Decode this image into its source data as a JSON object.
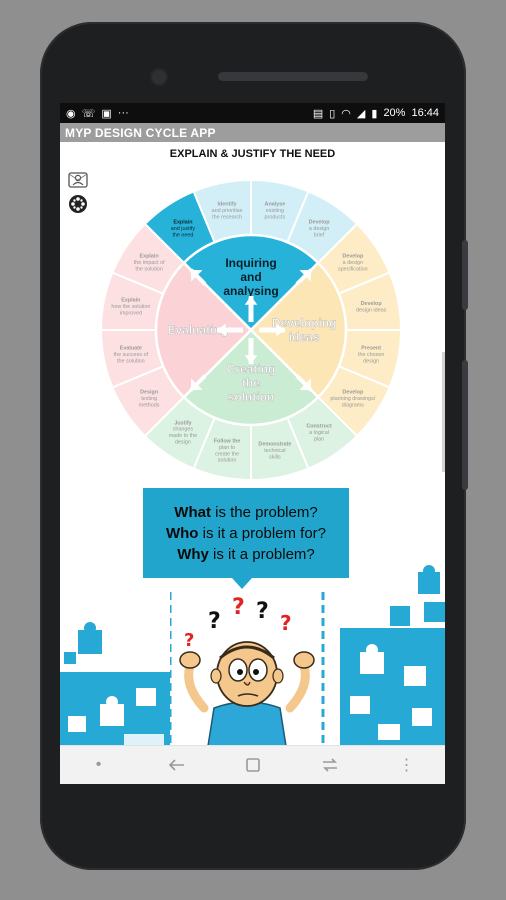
{
  "status_bar": {
    "battery": "20%",
    "time": "16:44"
  },
  "app": {
    "title": "MYP DESIGN CYCLE APP"
  },
  "page": {
    "heading": "EXPLAIN & JUSTIFY THE NEED"
  },
  "wheel": {
    "quadrants": [
      {
        "label_lines": [
          "Inquiring",
          "and",
          "analysing"
        ],
        "color": "#27b3d9"
      },
      {
        "label_lines": [
          "Developing",
          "ideas"
        ],
        "color": "#fde6b5"
      },
      {
        "label_lines": [
          "Creating",
          "the",
          "solution"
        ],
        "color": "#c9ecd3"
      },
      {
        "label_lines": [
          "Evaluating"
        ],
        "color": "#fbd3d6"
      }
    ],
    "segments": [
      {
        "lines": [
          "Explain",
          "and justify",
          "the need"
        ],
        "active": true
      },
      {
        "lines": [
          "Identify",
          "and prioritise",
          "the research"
        ]
      },
      {
        "lines": [
          "Analyse",
          "existing",
          "products"
        ]
      },
      {
        "lines": [
          "Develop",
          "a design",
          "brief"
        ]
      },
      {
        "lines": [
          "Develop",
          "a design",
          "specification"
        ]
      },
      {
        "lines": [
          "Develop",
          "design ideas"
        ]
      },
      {
        "lines": [
          "Present",
          "the chosen",
          "design"
        ]
      },
      {
        "lines": [
          "Develop",
          "planning drawings/",
          "diagrams"
        ]
      },
      {
        "lines": [
          "Construct",
          "a logical",
          "plan"
        ]
      },
      {
        "lines": [
          "Demonstrate",
          "technical",
          "skills"
        ]
      },
      {
        "lines": [
          "Follow the",
          "plan to",
          "create the",
          "solution"
        ]
      },
      {
        "lines": [
          "Justify",
          "changes",
          "made to the",
          "design"
        ]
      },
      {
        "lines": [
          "Design",
          "testing",
          "methods"
        ]
      },
      {
        "lines": [
          "Evaluate",
          "the success of",
          "the solution"
        ]
      },
      {
        "lines": [
          "Explain",
          "how the solution",
          "improved"
        ]
      },
      {
        "lines": [
          "Explain",
          "the impact of",
          "the solution"
        ]
      }
    ]
  },
  "questions": [
    {
      "bold": "What",
      "rest": " is the problem?"
    },
    {
      "bold": "Who",
      "rest": " is it a problem for?"
    },
    {
      "bold": "Why",
      "rest": " is it a problem?"
    }
  ],
  "colors": {
    "accent": "#22a5cd",
    "app_bar": "#9d9d9d",
    "status_bar": "#0e0e0e"
  },
  "icons": {
    "side": [
      "contact-card-icon",
      "film-reel-icon"
    ],
    "navbar": [
      "dot-icon",
      "back-icon",
      "recents-icon",
      "swap-icon",
      "more-vert-icon"
    ]
  }
}
